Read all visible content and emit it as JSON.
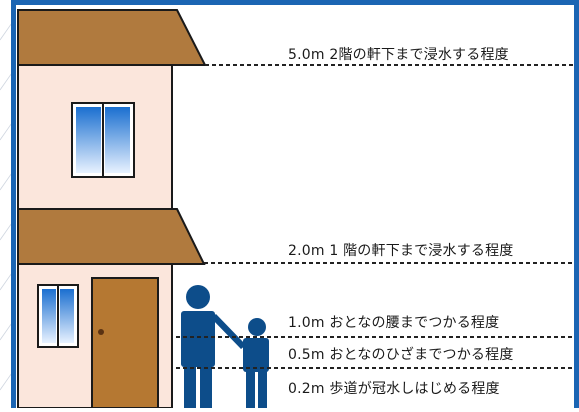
{
  "colors": {
    "frame": "#1b65b3",
    "roof": "#b07a3e",
    "wall": "#fbe6dc",
    "door": "#b57832",
    "window_top": "#1b6fd0",
    "window_bottom": "#e8f2ff",
    "figure": "#0d4d8a",
    "line": "#222222"
  },
  "levels": [
    {
      "id": "5m",
      "text": "5.0m 2階の軒下まで浸水する程度"
    },
    {
      "id": "2m",
      "text": "2.0m 1 階の軒下まで浸水する程度"
    },
    {
      "id": "1m",
      "text": "1.0m  おとなの腰までつかる程度"
    },
    {
      "id": "05m",
      "text": "0.5m  おとなのひざまでつかる程度"
    },
    {
      "id": "02m",
      "text": "0.2m  歩道が冠水しはじめる程度"
    }
  ]
}
